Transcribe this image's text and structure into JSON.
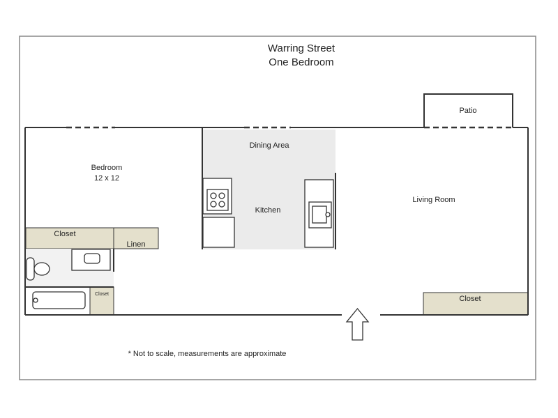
{
  "title": {
    "line1": "Warring Street",
    "line2": "One Bedroom"
  },
  "rooms": {
    "patio": "Patio",
    "dining": "Dining Area",
    "bedroom": "Bedroom",
    "bedroom_size": "12 x 12",
    "kitchen": "Kitchen",
    "living": "Living Room",
    "closet_bedroom": "Closet",
    "linen": "Linen",
    "closet_bath": "Closet",
    "closet_living": "Closet"
  },
  "footnote": "* Not to scale, measurements are approximate",
  "colors": {
    "closet": "#e4e0cc",
    "kitchen": "#ebebeb",
    "wall": "#333333"
  }
}
